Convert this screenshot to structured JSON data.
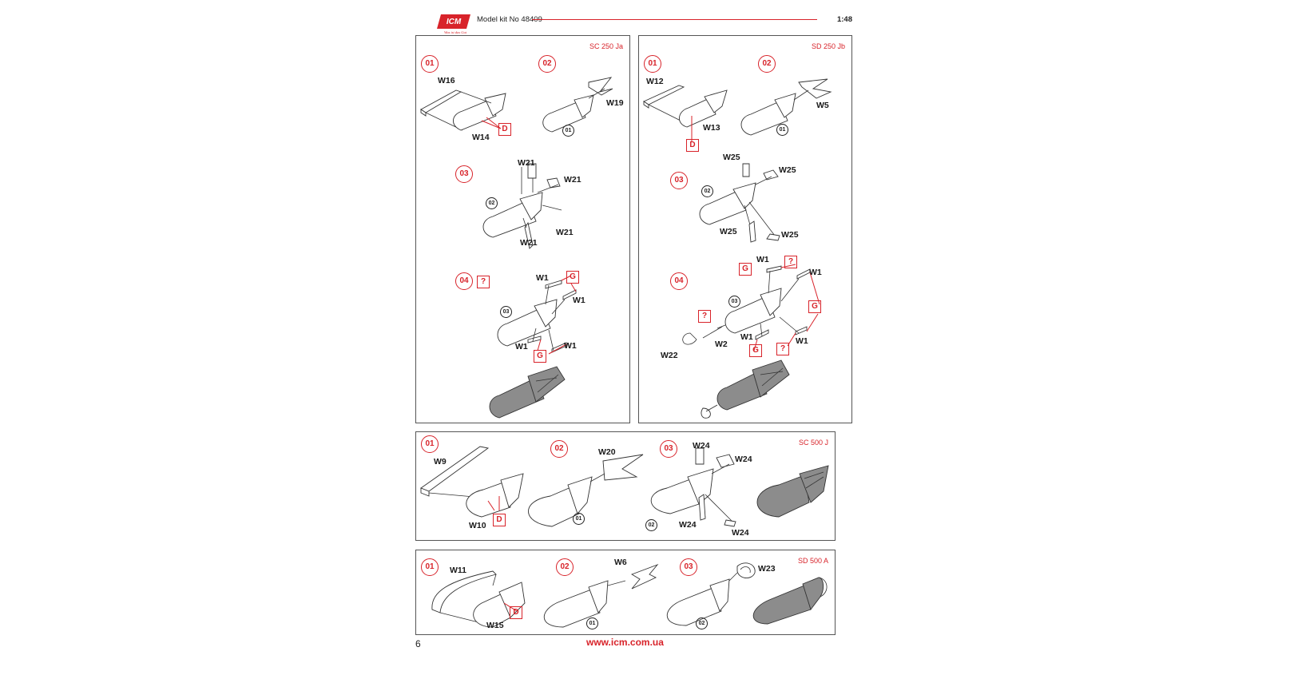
{
  "header": {
    "brand": "ICM",
    "tagline": "Was ist das Gut",
    "title": "Model kit No 48409",
    "scale": "1:48"
  },
  "panels": [
    {
      "title": "SC 250 Ja",
      "steps": [
        "01",
        "02",
        "03",
        "04"
      ],
      "labels": [
        "W16",
        "W14",
        "W19",
        "W21",
        "W21",
        "W21",
        "W21",
        "W1",
        "W1",
        "W1",
        "W1"
      ],
      "refs": [
        "01",
        "02",
        "03"
      ],
      "marks": [
        "D",
        "?",
        "G",
        "G"
      ]
    },
    {
      "title": "SD 250 Jb",
      "steps": [
        "01",
        "02",
        "03",
        "04"
      ],
      "labels": [
        "W12",
        "W13",
        "W5",
        "W25",
        "W25",
        "W25",
        "W25",
        "W1",
        "W1",
        "W2",
        "W22",
        "W1",
        "W1"
      ],
      "refs": [
        "01",
        "02",
        "03"
      ],
      "marks": [
        "D",
        "G",
        "?",
        "G",
        "?",
        "G",
        "?"
      ]
    },
    {
      "title": "SC 500 J",
      "steps": [
        "01",
        "02",
        "03"
      ],
      "labels": [
        "W9",
        "W10",
        "W20",
        "W24",
        "W24",
        "W24",
        "W24"
      ],
      "refs": [
        "01",
        "02"
      ],
      "marks": [
        "D"
      ]
    },
    {
      "title": "SD 500 A",
      "steps": [
        "01",
        "02",
        "03"
      ],
      "labels": [
        "W11",
        "W15",
        "W6",
        "W23"
      ],
      "refs": [
        "01",
        "02"
      ],
      "marks": [
        "D"
      ]
    }
  ],
  "footer": {
    "page_number": "6",
    "url": "www.icm.com.ua"
  },
  "colors": {
    "accent": "#d8232a",
    "line": "#333333",
    "painted": "#8c8c8c"
  }
}
